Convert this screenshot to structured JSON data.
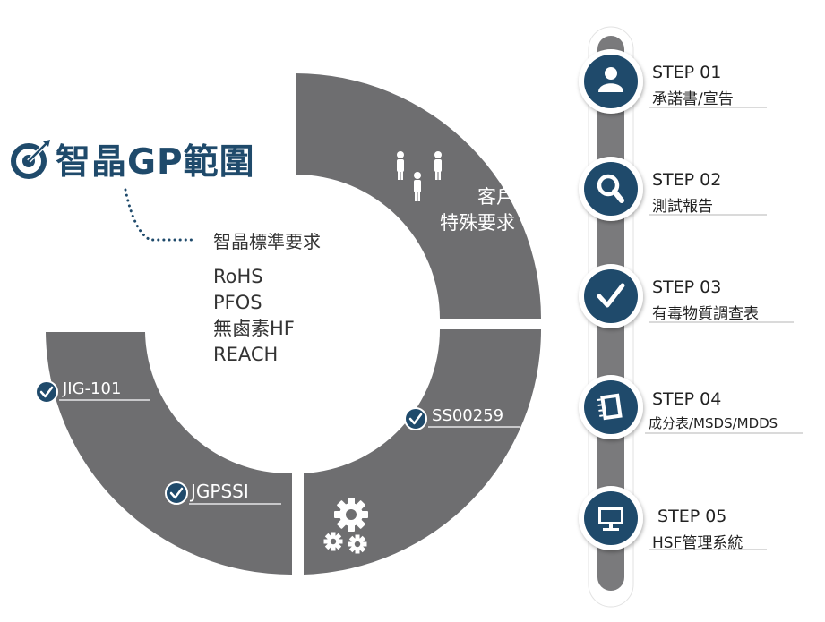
{
  "title": "智晶GP範圍",
  "standards": {
    "heading": "智晶標準要求",
    "items": [
      "RoHS",
      "PFOS",
      "無鹵素HF",
      "REACH"
    ]
  },
  "customer": {
    "line1": "客戶",
    "line2": "特殊要求"
  },
  "tags": {
    "jig": "JIG-101",
    "jgpssi": "JGPSSI",
    "ss": "SS00259"
  },
  "steps": [
    {
      "title": "STEP 01",
      "sub": "承諾書/宣告",
      "icon": "person-icon"
    },
    {
      "title": "STEP 02",
      "sub": "測試報告",
      "icon": "magnifier-icon"
    },
    {
      "title": "STEP 03",
      "sub": "有毒物質調查表",
      "icon": "checkmark-icon"
    },
    {
      "title": "STEP 04",
      "sub": "成分表/MSDS/MDDS",
      "icon": "notebook-icon"
    },
    {
      "title": " STEP 05",
      "sub": "HSF管理系統",
      "icon": "monitor-icon"
    }
  ],
  "colors": {
    "brand": "#1f4a6b",
    "segment": "#6e6e70",
    "track": "#7a7a7c",
    "text": "#333333",
    "white": "#ffffff"
  }
}
